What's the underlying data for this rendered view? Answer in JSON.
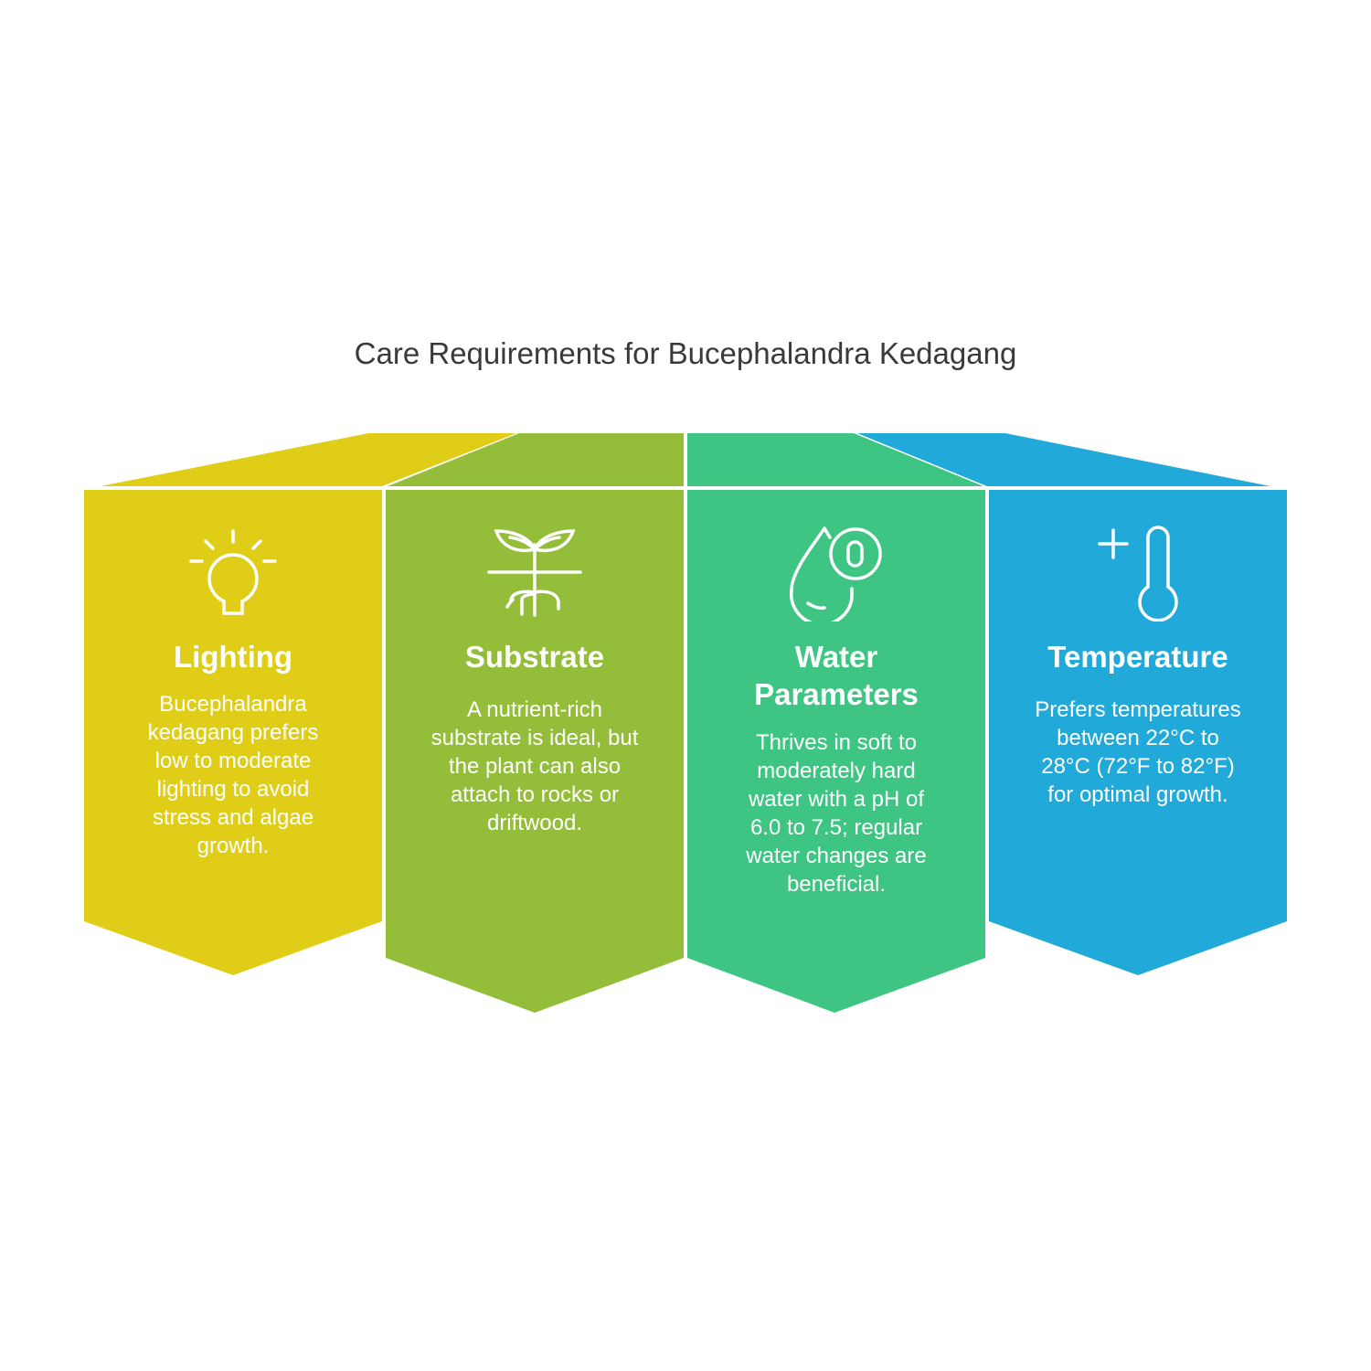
{
  "title": "Care Requirements for Bucephalandra Kedagang",
  "colors": {
    "lighting": "#e0cd18",
    "substrate": "#94bd3a",
    "water": "#3fc583",
    "temperature": "#21a9d9"
  },
  "items": [
    {
      "heading": "Lighting",
      "text": "Bucephalandra kedagang prefers low to moderate lighting to avoid stress and algae growth.",
      "icon": "lightbulb-icon"
    },
    {
      "heading": "Substrate",
      "text": "A nutrient-rich substrate is ideal, but the plant can also attach to rocks or driftwood.",
      "icon": "sprout-roots-icon"
    },
    {
      "heading": "Water Parameters",
      "text": "Thrives in soft to moderately hard water with a pH of 6.0 to 7.5; regular water changes are beneficial.",
      "icon": "water-drop-icon"
    },
    {
      "heading": "Temperature",
      "text": "Prefers temperatures between 22°C to 28°C (72°F to 82°F) for optimal growth.",
      "icon": "thermometer-icon"
    }
  ]
}
